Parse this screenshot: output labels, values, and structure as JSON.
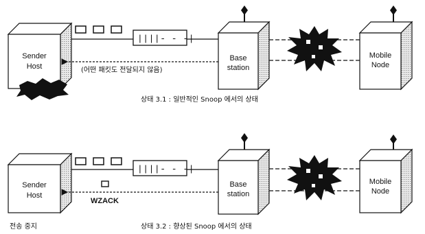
{
  "nodes": {
    "sender": [
      "Sender",
      "Host"
    ],
    "base": [
      "Base",
      "station"
    ],
    "mobile": [
      "Mobile",
      "Node"
    ]
  },
  "queue_text": "||||- - -|",
  "top": {
    "return_note": "(어떤 패킷도 전달되지 않음)",
    "caption": "상태 3.1 : 일반적인 Snoop 에서의 상태"
  },
  "bottom": {
    "ack_label": "WZACK",
    "stop_label": "전송 중지",
    "caption": "상태 3.2 : 향상된 Snoop 에서의 상태"
  }
}
